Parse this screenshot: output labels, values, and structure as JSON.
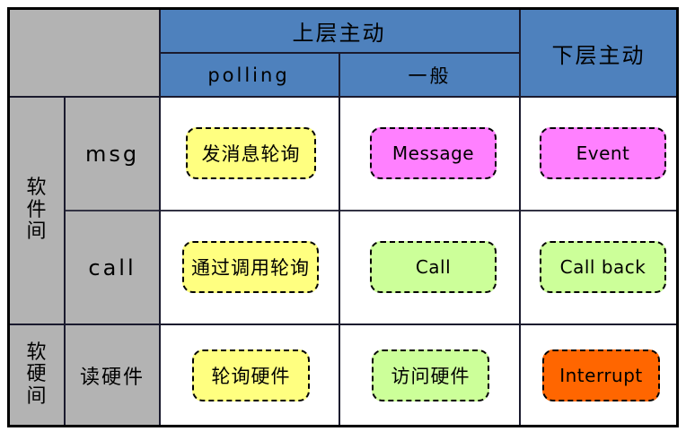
{
  "figure": {
    "title": "communication-pattern-matrix",
    "colors": {
      "header_blue": "#4E81BD",
      "label_gray": "#B3B3B3",
      "polling_yellow": "#FFFF80",
      "message_pink": "#FF80FF",
      "call_green": "#CCFF99",
      "interrupt_orange": "#FF6600",
      "border_black": "#000000"
    }
  },
  "header": {
    "corner_label": "",
    "upper_active": "上层主动",
    "lower_active": "下层主动",
    "sub_columns": [
      "polling",
      "一般"
    ]
  },
  "row_groups": [
    {
      "group_label": "软件间",
      "rows": [
        {
          "row_label": "msg",
          "cells": [
            {
              "text": "发消息轮询",
              "color": "yellow",
              "lang": "cn"
            },
            {
              "text": "Message",
              "color": "pink",
              "lang": "en"
            },
            {
              "text": "Event",
              "color": "pink",
              "lang": "en"
            }
          ]
        },
        {
          "row_label": "call",
          "cells": [
            {
              "text": "通过调用轮询",
              "color": "yellow",
              "lang": "cn"
            },
            {
              "text": "Call",
              "color": "green",
              "lang": "en"
            },
            {
              "text": "Call back",
              "color": "green",
              "lang": "en"
            }
          ]
        }
      ]
    },
    {
      "group_label": "软硬间",
      "rows": [
        {
          "row_label": "读硬件",
          "cells": [
            {
              "text": "轮询硬件",
              "color": "yellow",
              "lang": "cn"
            },
            {
              "text": "访问硬件",
              "color": "green",
              "lang": "cn"
            },
            {
              "text": "Interrupt",
              "color": "orange",
              "lang": "en"
            }
          ]
        }
      ]
    }
  ]
}
